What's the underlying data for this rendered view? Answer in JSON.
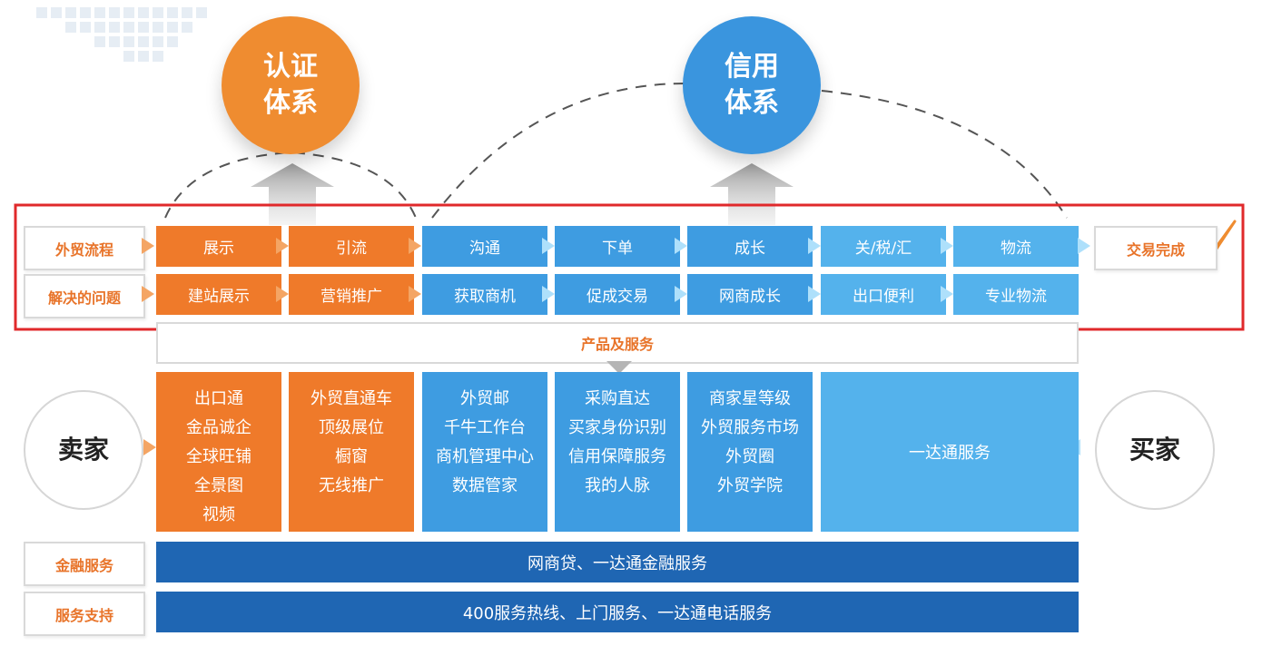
{
  "circles": {
    "cert": {
      "line1": "认证",
      "line2": "体系",
      "color": "#ef8c30"
    },
    "credit": {
      "line1": "信用",
      "line2": "体系",
      "color": "#3a95de"
    },
    "seller": "卖家",
    "buyer": "买家"
  },
  "rows": {
    "process_label": "外贸流程",
    "problem_label": "解决的问题",
    "process": [
      "展示",
      "引流",
      "沟通",
      "下单",
      "成长",
      "关/税/汇",
      "物流"
    ],
    "problems": [
      "建站展示",
      "营销推广",
      "获取商机",
      "促成交易",
      "网商成长",
      "出口便利",
      "专业物流"
    ],
    "done": "交易完成"
  },
  "products_label": "产品及服务",
  "products": [
    [
      "出口通",
      "金品诚企",
      "全球旺铺",
      "全景图",
      "视频"
    ],
    [
      "外贸直通车",
      "顶级展位",
      "橱窗",
      "无线推广"
    ],
    [
      "外贸邮",
      "千牛工作台",
      "商机管理中心",
      "数据管家"
    ],
    [
      "采购直达",
      "买家身份识别",
      "信用保障服务",
      "我的人脉"
    ],
    [
      "商家星等级",
      "外贸服务市场",
      "外贸圈",
      "外贸学院"
    ],
    [
      "一达通服务"
    ]
  ],
  "finance": {
    "label": "金融服务",
    "text": "网商贷、一达通金融服务"
  },
  "support": {
    "label": "服务支持",
    "text": "400服务热线、上门服务、一达通电话服务"
  },
  "colors": {
    "orange": "#ef7a2a",
    "blue": "#3e9ce1",
    "light_blue": "#54b2ec",
    "dark_blue": "#1f66b3",
    "highlight_red": "#e0292b"
  }
}
